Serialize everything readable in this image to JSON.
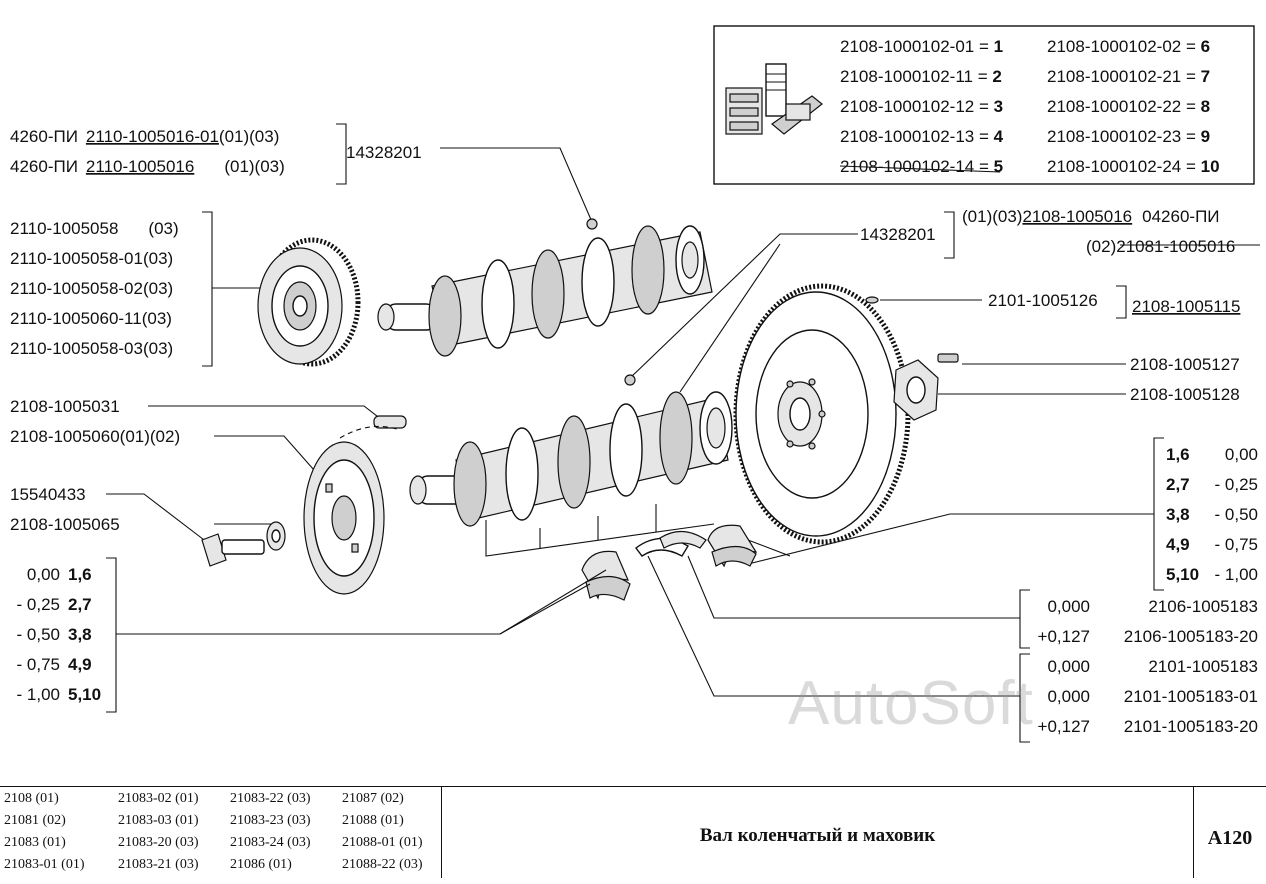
{
  "legend": {
    "rows": [
      {
        "left": "2108-1000102-01 = ",
        "left_num": "1",
        "right": "2108-1000102-02 = ",
        "right_num": "6"
      },
      {
        "left": "2108-1000102-11 = ",
        "left_num": "2",
        "right": "2108-1000102-21 = ",
        "right_num": "7"
      },
      {
        "left": "2108-1000102-12 = ",
        "left_num": "3",
        "right": "2108-1000102-22 = ",
        "right_num": "8"
      },
      {
        "left": "2108-1000102-13 = ",
        "left_num": "4",
        "right": "2108-1000102-23 = ",
        "right_num": "9"
      },
      {
        "left": "2108-1000102-14 = ",
        "left_num": "5",
        "right": "2108-1000102-24 = ",
        "right_num": "10"
      }
    ]
  },
  "labels": {
    "pulley_top_line1_prefix": "4260-ПИ",
    "pulley_top_line1_part": "2110-1005016-01",
    "pulley_top_line1_suffix": "(01)(03)",
    "pulley_top_line2_prefix": "4260-ПИ",
    "pulley_top_line2_part": "2110-1005016",
    "pulley_top_line2_suffix": "(01)(03)",
    "plug_top": "14328201",
    "plug_mid": "14328201",
    "crank_right_line1_prefix": "(01)(03)",
    "crank_right_line1_part": "2108-1005016",
    "crank_right_line1_suffix": "04260-ПИ",
    "crank_right_line2_prefix": "(02)",
    "crank_right_line2_part": "21081-1005016",
    "pulley_list": [
      {
        "part": "2110-1005058",
        "suffix": "(03)"
      },
      {
        "part": "2110-1005058-01",
        "suffix": "(03)"
      },
      {
        "part": "2110-1005058-02",
        "suffix": "(03)"
      },
      {
        "part": "2110-1005060-11",
        "suffix": "(03)"
      },
      {
        "part": "2110-1005058-03",
        "suffix": "(03)"
      }
    ],
    "key": "2108-1005031",
    "pulley_lower": "2108-1005060(01)(02)",
    "bolt": "15540433",
    "washer": "2108-1005065",
    "pin": "2101-1005126",
    "flywheel": "2108-1005115",
    "flywheel_bolt": "2108-1005127",
    "flywheel_washer": "2108-1005128"
  },
  "main_bearings": [
    {
      "size": "1,6",
      "value": "0,00"
    },
    {
      "size": "2,7",
      "value": "- 0,25"
    },
    {
      "size": "3,8",
      "value": "- 0,50"
    },
    {
      "size": "4,9",
      "value": "- 0,75"
    },
    {
      "size": "5,10",
      "value": "- 1,00"
    }
  ],
  "conrod_bearings": [
    {
      "value": "0,00",
      "size": "1,6"
    },
    {
      "value": "- 0,25",
      "size": "2,7"
    },
    {
      "value": "- 0,50",
      "size": "3,8"
    },
    {
      "value": "- 0,75",
      "size": "4,9"
    },
    {
      "value": "- 1,00",
      "size": "5,10"
    }
  ],
  "thrust_rings_a": [
    {
      "value": "0,000",
      "part": "2106-1005183"
    },
    {
      "value": "+0,127",
      "part": "2106-1005183-20"
    }
  ],
  "thrust_rings_b": [
    {
      "value": "0,000",
      "part": "2101-1005183"
    },
    {
      "value": "0,000",
      "part": "2101-1005183-01"
    },
    {
      "value": "+0,127",
      "part": "2101-1005183-20"
    }
  ],
  "watermark": "AutoSoft",
  "footer": {
    "models": [
      [
        "2108 (01)",
        "21083-02 (01)",
        "21083-22 (03)",
        "21087 (02)"
      ],
      [
        "21081 (02)",
        "21083-03 (01)",
        "21083-23 (03)",
        "21088 (01)"
      ],
      [
        "21083 (01)",
        "21083-20 (03)",
        "21083-24 (03)",
        "21088-01 (01)"
      ],
      [
        "21083-01 (01)",
        "21083-21 (03)",
        "21086 (01)",
        "21088-22 (03)"
      ]
    ],
    "title": "Вал коленчатый и маховик",
    "code": "A120"
  }
}
